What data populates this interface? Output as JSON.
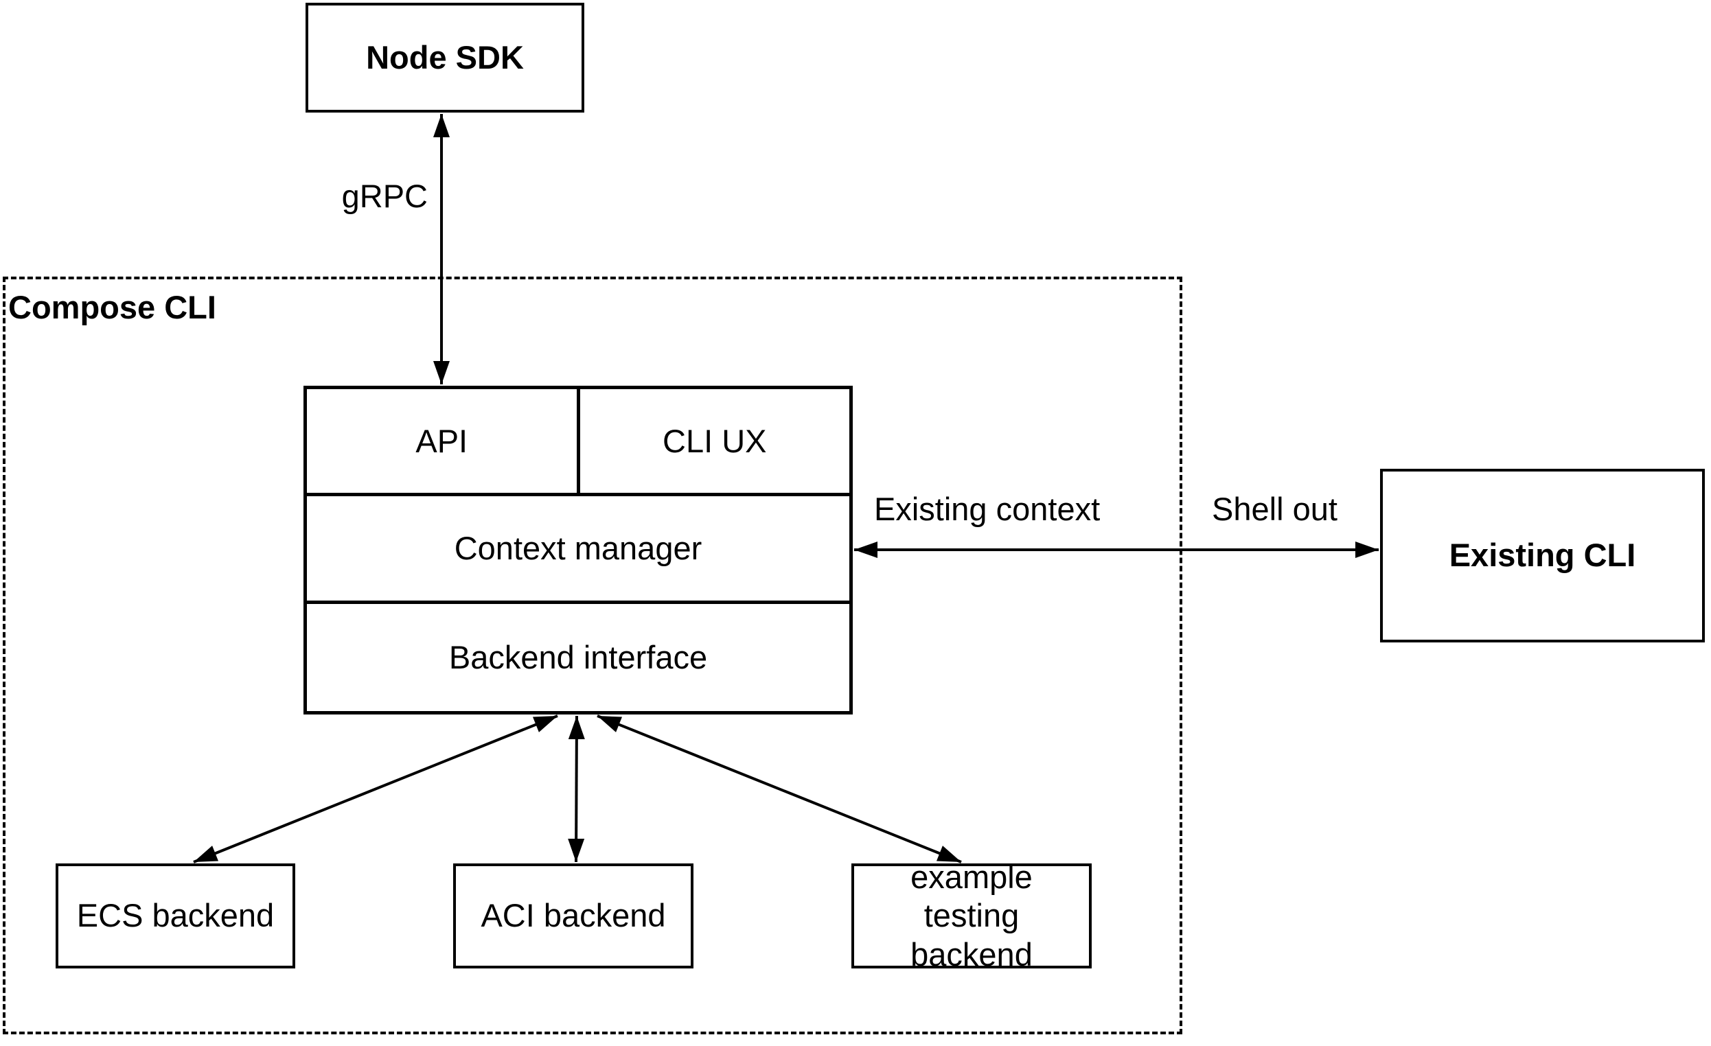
{
  "diagram": {
    "container": {
      "label": "Compose CLI"
    },
    "nodes": {
      "node_sdk": "Node SDK",
      "api": "API",
      "cli_ux": "CLI UX",
      "context_manager": "Context manager",
      "backend_interface": "Backend interface",
      "ecs_backend": "ECS backend",
      "aci_backend": "ACI backend",
      "example_testing_backend": "example testing backend",
      "existing_cli": "Existing CLI"
    },
    "edge_labels": {
      "grpc": "gRPC",
      "existing_context": "Existing context",
      "shell_out": "Shell out"
    },
    "colors": {
      "stroke": "#000000",
      "background": "#ffffff"
    }
  }
}
